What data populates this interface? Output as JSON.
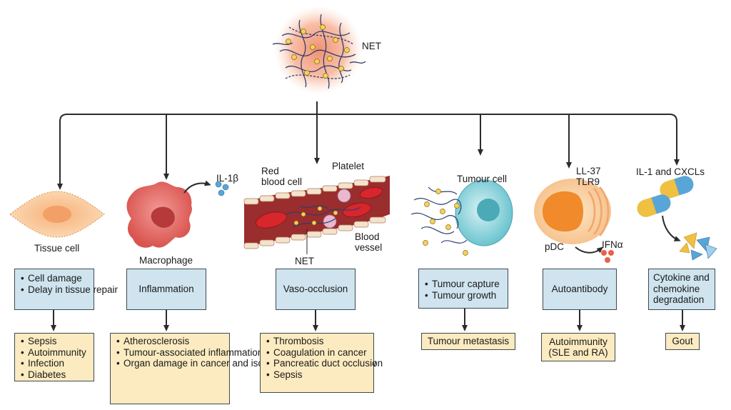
{
  "net_label": "NET",
  "columns": [
    {
      "cell_labels": [
        "Tissue cell"
      ],
      "effect_items": [
        "Cell damage",
        "Delay in tissue\nrepair"
      ],
      "disease_items": [
        "Sepsis",
        "Autoimmunity",
        "Infection",
        "Diabetes"
      ]
    },
    {
      "cell_labels": [
        "Macrophage",
        "IL-1β"
      ],
      "effect_text": "Inflammation",
      "disease_items": [
        "Atherosclerosis",
        "Tumour-associated\ninflammation",
        "Organ damage in\ncancer and ischaemia–\nreperfusion injury"
      ]
    },
    {
      "cell_labels": [
        "Red\nblood cell",
        "Platelet",
        "Blood\nvessel",
        "NET"
      ],
      "effect_text": "Vaso-occlusion",
      "disease_items": [
        "Thrombosis",
        "Coagulation in cancer",
        "Pancreatic duct\nocclusion",
        "Sepsis"
      ]
    },
    {
      "cell_labels": [
        "Tumour cell"
      ],
      "effect_items": [
        "Tumour capture",
        "Tumour growth"
      ],
      "disease_text": "Tumour metastasis"
    },
    {
      "cell_labels": [
        "LL-37\nTLR9",
        "pDC",
        "IFNα"
      ],
      "effect_text": "Autoantibody",
      "disease_text": "Autoimmunity\n(SLE and RA)"
    },
    {
      "cell_labels": [
        "IL-1 and CXCLs"
      ],
      "effect_text": "Cytokine and\nchemokine\ndegradation",
      "disease_text": "Gout"
    }
  ],
  "colors": {
    "arrow": "#2b2b2b",
    "box_border": "#3c4a52",
    "effect_box": "#cfe4ee",
    "disease_box": "#fcebc0",
    "net_glow": "#f4a07e",
    "dna_strand": "#2e3f6e",
    "granule": "#f2d25a",
    "tissue_cell": "#f7c48a",
    "macrophage": "#e06a6a",
    "red_blood_cell": "#c8262b",
    "vessel_wall": "#9a2d2d",
    "tumour_cell": "#9fd9e0",
    "pdc": "#f4a64a",
    "cytokine_blue": "#5aa5d8",
    "cytokine_yellow": "#f0c040"
  },
  "icons": [
    "net-cloud-icon",
    "tissue-cell-icon",
    "macrophage-icon",
    "blood-vessel-icon",
    "tumour-cell-icon",
    "pdc-cell-icon",
    "cytokine-capsule-icon"
  ]
}
